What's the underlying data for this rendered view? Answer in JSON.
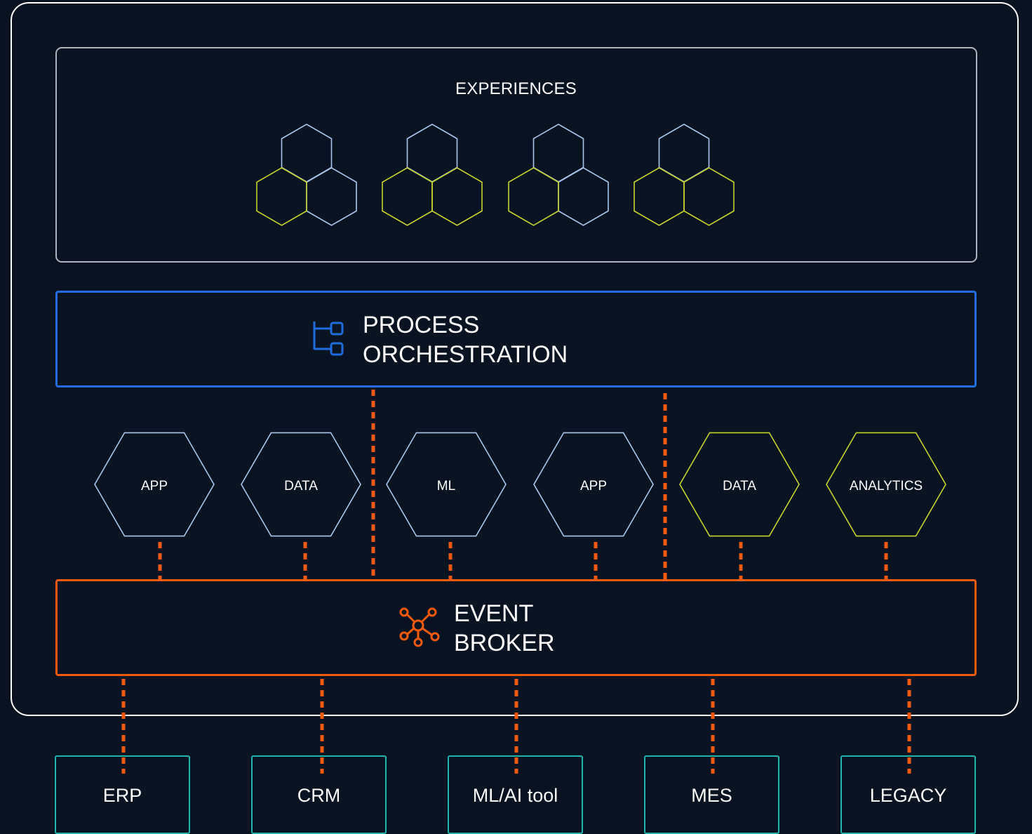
{
  "experiences": {
    "title": "EXPERIENCES"
  },
  "process": {
    "line1": "PROCESS",
    "line2": "ORCHESTRATION",
    "icon": "process-tree-icon"
  },
  "broker": {
    "line1": "EVENT",
    "line2": "BROKER",
    "icon": "event-network-icon"
  },
  "services": [
    {
      "label": "APP",
      "color": "#a8c8f0"
    },
    {
      "label": "DATA",
      "color": "#a8c8f0"
    },
    {
      "label": "ML",
      "color": "#a8c8f0"
    },
    {
      "label": "APP",
      "color": "#a8c8f0"
    },
    {
      "label": "DATA",
      "color": "#c6d62a"
    },
    {
      "label": "ANALYTICS",
      "color": "#c6d62a"
    }
  ],
  "systems": [
    {
      "label": "ERP"
    },
    {
      "label": "CRM"
    },
    {
      "label": "ML/AI tool"
    },
    {
      "label": "MES"
    },
    {
      "label": "LEGACY"
    }
  ],
  "colors": {
    "background": "#0a1322",
    "process": "#1f6de0",
    "broker": "#f25a0e",
    "connector": "#f25a0e",
    "system": "#1fb6b0",
    "hex_blue": "#a8c8f0",
    "hex_lime": "#c6d62a"
  }
}
